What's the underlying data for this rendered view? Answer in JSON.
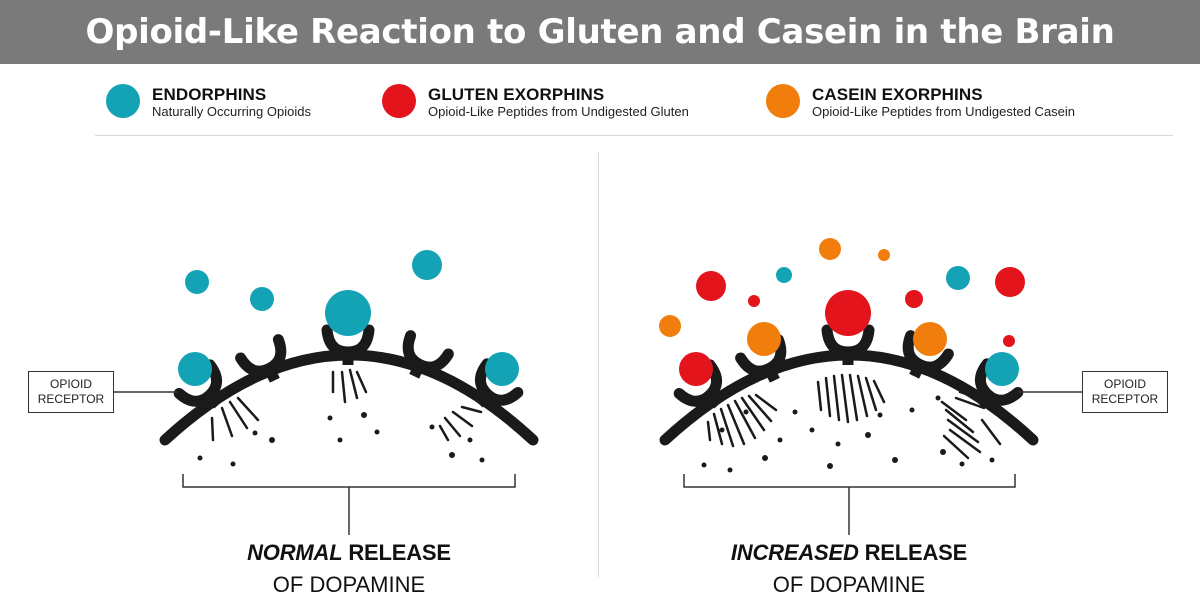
{
  "title": "Opioid-Like Reaction to Gluten and Casein in the Brain",
  "legend": [
    {
      "title": "ENDORPHINS",
      "description": "Naturally Occurring Opioids",
      "color": "#13a3b4"
    },
    {
      "title": "GLUTEN EXORPHINS",
      "description": "Opioid-Like Peptides from Undigested Gluten",
      "color": "#e3141c"
    },
    {
      "title": "CASEIN EXORPHINS",
      "description": "Opioid-Like Peptides from Undigested Casein",
      "color": "#f07d0c"
    }
  ],
  "colors": {
    "endorphin": "#13a3b4",
    "gluten": "#e3141c",
    "casein": "#f07d0c",
    "ink": "#1a1a1a",
    "banner": "#7a7a7a"
  },
  "panels": {
    "left": {
      "receptor_label_line1": "OPIOID",
      "receptor_label_line2": "RECEPTOR",
      "caption_emphasis": "NORMAL",
      "caption_rest": " RELEASE",
      "caption_line2": "OF DOPAMINE"
    },
    "right": {
      "receptor_label_line1": "OPIOID",
      "receptor_label_line2": "RECEPTOR",
      "caption_emphasis": "INCREASED",
      "caption_rest": " RELEASE",
      "caption_line2": "OF DOPAMINE"
    }
  }
}
